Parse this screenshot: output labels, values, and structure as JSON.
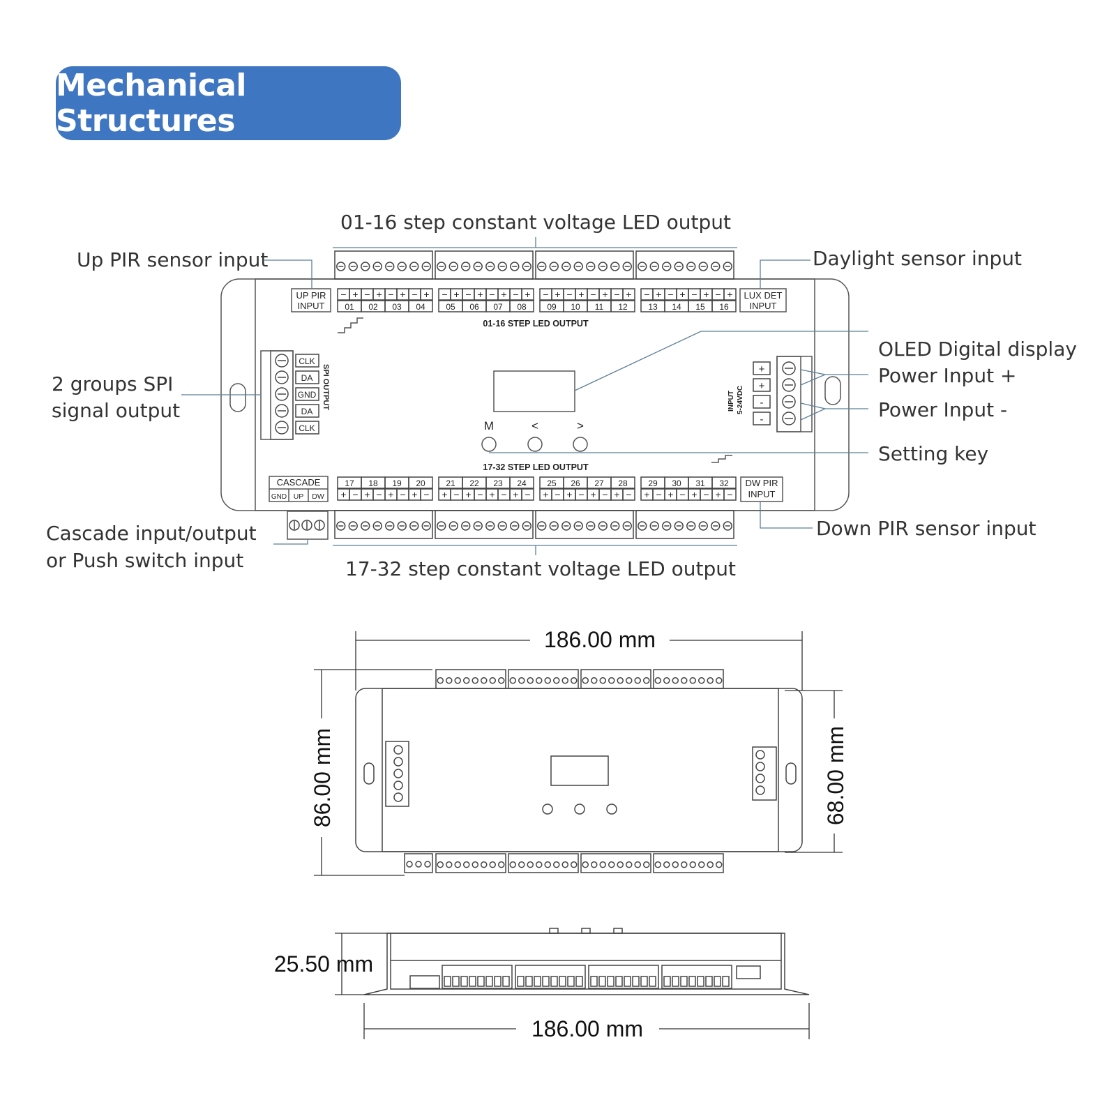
{
  "title": "Mechanical Structures",
  "callouts": {
    "top_output": "01-16 step constant voltage LED output",
    "up_pir": "Up PIR sensor input",
    "daylight": "Daylight sensor input",
    "spi_line1": "2 groups SPI",
    "spi_line2": "signal output",
    "oled": "OLED Digital display",
    "power_plus": "Power Input +",
    "power_minus": "Power Input -",
    "setting_key": "Setting key",
    "down_pir": "Down PIR sensor input",
    "cascade_line1": "Cascade input/output",
    "cascade_line2": "or Push switch input",
    "bottom_output": "17-32 step constant voltage LED output"
  },
  "board": {
    "up_pir_l1": "UP PIR",
    "up_pir_l2": "INPUT",
    "lux_l1": "LUX DET",
    "lux_l2": "INPUT",
    "dw_pir_l1": "DW PIR",
    "dw_pir_l2": "INPUT",
    "top_ports": [
      "01",
      "02",
      "03",
      "04",
      "05",
      "06",
      "07",
      "08",
      "09",
      "10",
      "11",
      "12",
      "13",
      "14",
      "15",
      "16"
    ],
    "bottom_ports": [
      "17",
      "18",
      "19",
      "20",
      "21",
      "22",
      "23",
      "24",
      "25",
      "26",
      "27",
      "28",
      "29",
      "30",
      "31",
      "32"
    ],
    "top_caption": "01-16 STEP LED OUTPUT",
    "bottom_caption": "17-32 STEP LED OUTPUT",
    "spi_pins": [
      "CLK",
      "DA",
      "GND",
      "DA",
      "CLK"
    ],
    "spi_caption": "SPI OUTPUT",
    "input_l1": "INPUT",
    "input_l2": "5-24VDC",
    "power_pins": [
      "+",
      "+",
      "-",
      "-"
    ],
    "pin_minus": "−",
    "pin_plus": "+",
    "cascade": "CASCADE",
    "cascade_pins": [
      "GND",
      "UP",
      "DW"
    ],
    "keys": [
      "M",
      "<",
      ">"
    ]
  },
  "dimensions": {
    "width": "186.00 mm",
    "height_outer": "86.00 mm",
    "height_inner": "68.00 mm",
    "depth": "25.50 mm",
    "side_width": "186.00 mm"
  }
}
